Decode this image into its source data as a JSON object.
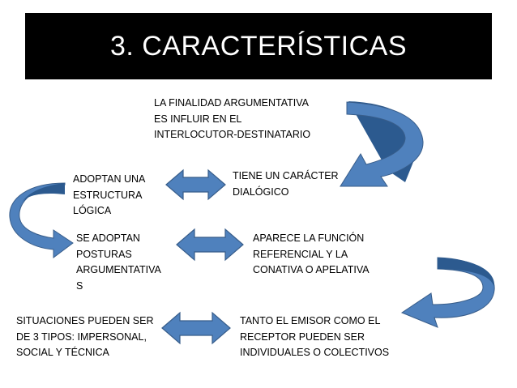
{
  "title": "3. CARACTERÍSTICAS",
  "colors": {
    "title_bg": "#000000",
    "title_text": "#ffffff",
    "arrow_fill": "#4f81bd",
    "arrow_dark": "#2c5a8f",
    "arrow_stroke": "#385d8a"
  },
  "nodes": {
    "finalidad": [
      "LA FINALIDAD ARGUMENTATIVA",
      "ES INFLUIR EN EL",
      "INTERLOCUTOR-DESTINATARIO"
    ],
    "adoptan_estructura": [
      "ADOPTAN UNA",
      "ESTRUCTURA",
      "LÓGICA"
    ],
    "caracter_dialogico": [
      "TIENE UN CARÁCTER",
      "DIALÓGICO"
    ],
    "posturas": [
      "SE ADOPTAN",
      "POSTURAS",
      "ARGUMENTATIVA",
      "S"
    ],
    "funcion": [
      "APARECE LA FUNCIÓN",
      "REFERENCIAL Y LA",
      "CONATIVA O APELATIVA"
    ],
    "situaciones": [
      "SITUACIONES PUEDEN SER",
      "DE 3 TIPOS: IMPERSONAL,",
      "SOCIAL Y TÉCNICA"
    ],
    "emisor": [
      "TANTO EL EMISOR COMO EL",
      "RECEPTOR PUEDEN SER",
      "INDIVIDUALES O COLECTIVOS"
    ]
  }
}
